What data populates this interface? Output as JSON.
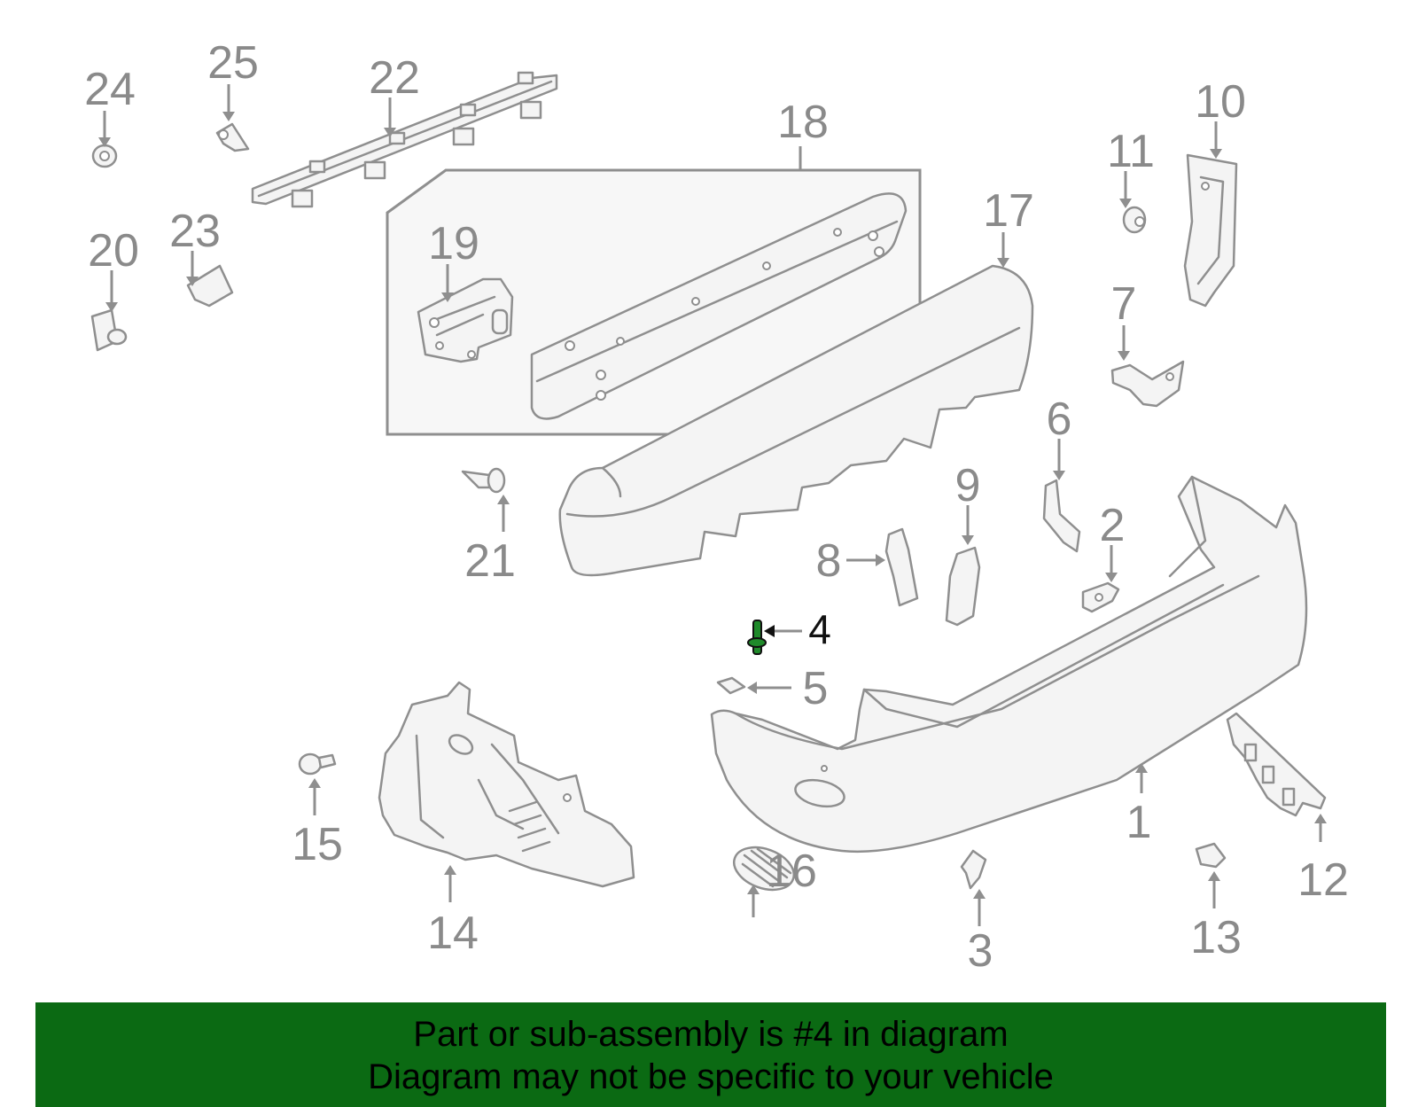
{
  "callouts": {
    "c1": "1",
    "c2": "2",
    "c3": "3",
    "c4": "4",
    "c5": "5",
    "c6": "6",
    "c7": "7",
    "c8": "8",
    "c9": "9",
    "c10": "10",
    "c11": "11",
    "c12": "12",
    "c13": "13",
    "c14": "14",
    "c15": "15",
    "c16": "16",
    "c17": "17",
    "c18": "18",
    "c19": "19",
    "c20": "20",
    "c21": "21",
    "c22": "22",
    "c23": "23",
    "c24": "24",
    "c25": "25"
  },
  "highlighted_part": "4",
  "colors": {
    "part_outline": "#8f8f8f",
    "callout_text": "#8a8a8a",
    "highlight_part": "#1f8a2a",
    "banner_background": "#0b6a13"
  },
  "banner": {
    "line1": "Part or sub-assembly is #4 in diagram",
    "line2": "Diagram may not be specific to your vehicle"
  }
}
